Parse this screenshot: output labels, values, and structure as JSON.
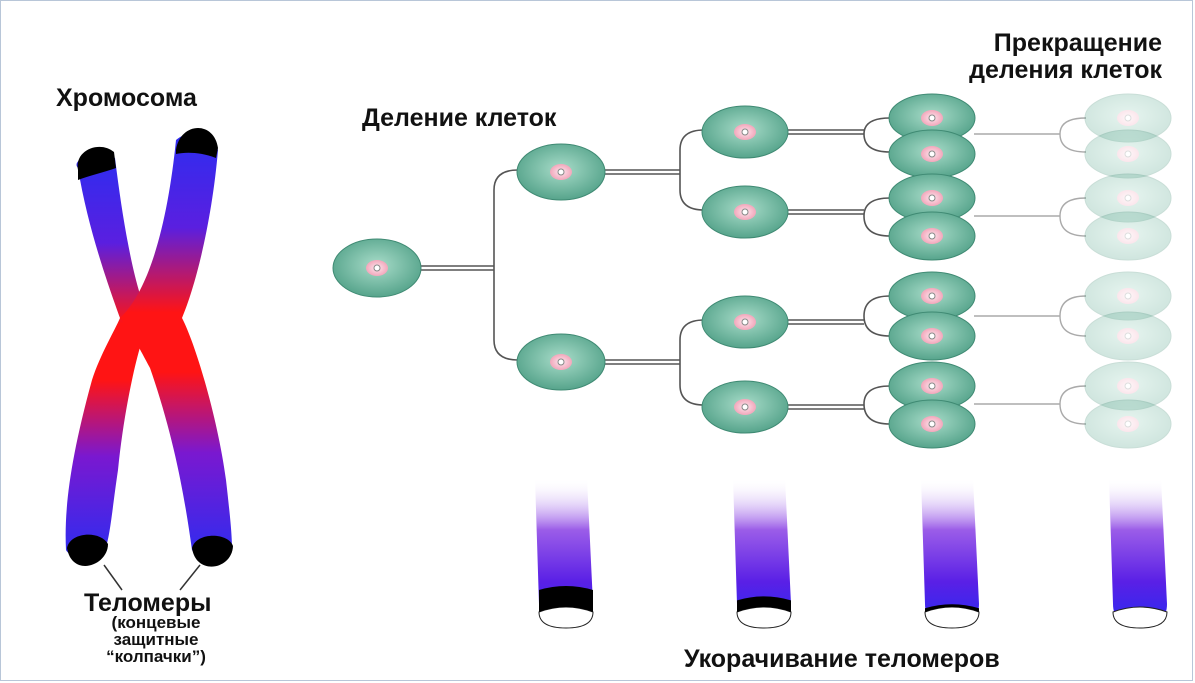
{
  "labels": {
    "chromosome": "Хромосома",
    "cell_division": "Деление клеток",
    "stop_division_line1": "Прекращение",
    "stop_division_line2": "деления клеток",
    "telomeres": "Теломеры",
    "telomeres_note_line1": "(концевые",
    "telomeres_note_line2": "защитные",
    "telomeres_note_line3": "“колпачки”)",
    "telomere_shortening": "Укорачивание теломеров"
  },
  "colors": {
    "cell_fill": "#5fae97",
    "cell_fill_light": "#9ccfbe",
    "nucleus": "#f4b6c6",
    "chromosome_top": "#3030ee",
    "chromosome_center": "#ff1010",
    "telomere_cap": "#000000",
    "connector": "#555555",
    "frame_border": "#b8c6d8"
  },
  "generations": [
    {
      "generation": 1,
      "cells": 1,
      "faded": false
    },
    {
      "generation": 2,
      "cells": 2,
      "faded": false
    },
    {
      "generation": 3,
      "cells": 4,
      "faded": false
    },
    {
      "generation": 4,
      "cells": 8,
      "faded": false
    },
    {
      "generation": 5,
      "cells": 8,
      "faded": true
    }
  ],
  "telomere_stages": [
    {
      "stage": 1,
      "cap_remaining": 1.0
    },
    {
      "stage": 2,
      "cap_remaining": 0.6
    },
    {
      "stage": 3,
      "cap_remaining": 0.3
    },
    {
      "stage": 4,
      "cap_remaining": 0.0
    }
  ]
}
